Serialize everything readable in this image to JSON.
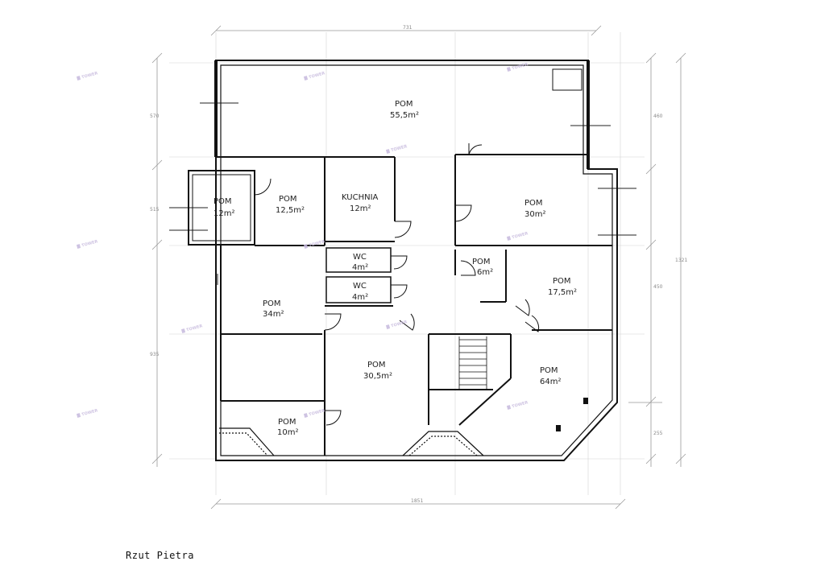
{
  "caption": "Rzut Pietra",
  "rooms": [
    {
      "id": "pom-top",
      "name": "POM",
      "area": "55,5m²"
    },
    {
      "id": "pom-12",
      "name": "POM",
      "area": "12m²"
    },
    {
      "id": "pom-12-5",
      "name": "POM",
      "area": "12,5m²"
    },
    {
      "id": "kuchnia",
      "name": "KUCHNIA",
      "area": "12m²"
    },
    {
      "id": "pom-30",
      "name": "POM",
      "area": "30m²"
    },
    {
      "id": "wc-1",
      "name": "WC",
      "area": "4m²"
    },
    {
      "id": "wc-2",
      "name": "WC",
      "area": "4m²"
    },
    {
      "id": "pom-6",
      "name": "POM",
      "area": "6m²"
    },
    {
      "id": "pom-17-5",
      "name": "POM",
      "area": "17,5m²"
    },
    {
      "id": "pom-34",
      "name": "POM",
      "area": "34m²"
    },
    {
      "id": "pom-30-5",
      "name": "POM",
      "area": "30,5m²"
    },
    {
      "id": "pom-64",
      "name": "POM",
      "area": "64m²"
    },
    {
      "id": "pom-10",
      "name": "POM",
      "area": "10m²"
    }
  ],
  "dimensions": {
    "top": "731",
    "bottom": "1851",
    "left_1": "570",
    "left_2": "515",
    "left_3": "935",
    "right_1": "460",
    "right_2": "1321",
    "right_3": "450",
    "right_4": "255"
  },
  "watermark": "TOWER",
  "colors": {
    "wall": "#111111",
    "grid": "#c8c8c8",
    "dimension": "#888888",
    "watermark": "#c6b9dd"
  }
}
